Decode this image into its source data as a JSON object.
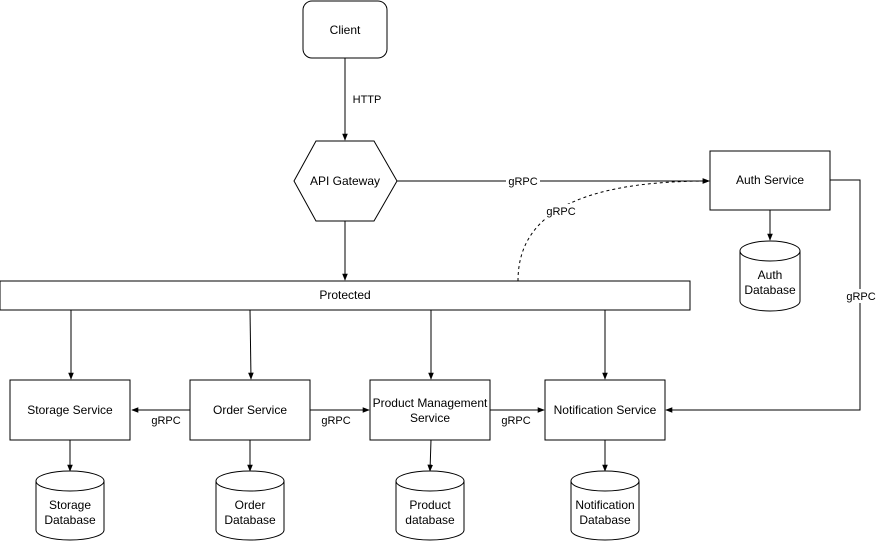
{
  "diagram": {
    "nodes": {
      "client": "Client",
      "api_gateway": "API Gateway",
      "auth_service": "Auth Service",
      "auth_db_line1": "Auth",
      "auth_db_line2": "Database",
      "protected": "Protected",
      "storage_service": "Storage Service",
      "order_service": "Order Service",
      "product_service_line1": "Product Management",
      "product_service_line2": "Service",
      "notification_service": "Notification Service",
      "storage_db_line1": "Storage",
      "storage_db_line2": "Database",
      "order_db_line1": "Order",
      "order_db_line2": "Database",
      "product_db_line1": "Product",
      "product_db_line2": "database",
      "notification_db_line1": "Notification",
      "notification_db_line2": "Database"
    },
    "edges": {
      "client_to_gateway": "HTTP",
      "gateway_to_auth": "gRPC",
      "protected_to_auth": "gRPC",
      "auth_to_notification": "gRPC",
      "order_to_storage": "gRPC",
      "order_to_product": "gRPC",
      "product_to_notification": "gRPC"
    }
  }
}
